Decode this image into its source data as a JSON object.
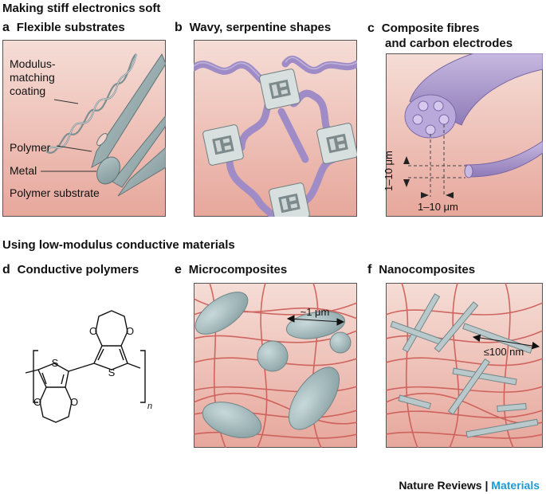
{
  "section_soft": "Making stiff electronics soft",
  "section_lowmod": "Using low-modulus conductive materials",
  "panels": {
    "a": {
      "letter": "a",
      "title": "Flexible substrates",
      "labels": {
        "coating_1": "Modulus-",
        "coating_2": "matching",
        "coating_3": "coating",
        "polymer": "Polymer",
        "metal": "Metal",
        "substrate": "Polymer substrate"
      }
    },
    "b": {
      "letter": "b",
      "title": "Wavy, serpentine shapes"
    },
    "c": {
      "letter": "c",
      "title_1": "Composite fibres",
      "title_2": "and carbon electrodes",
      "dim_vertical": "1–10 μm",
      "dim_horizontal": "1–10 μm"
    },
    "d": {
      "letter": "d",
      "title": "Conductive polymers",
      "atom_s": "S",
      "atom_o": "O",
      "subscript_n": "n"
    },
    "e": {
      "letter": "e",
      "title": "Microcomposites",
      "scale": "~1 μm"
    },
    "f": {
      "letter": "f",
      "title": "Nanocomposites",
      "scale": "≤100 nm"
    }
  },
  "footer": {
    "journal": "Nature Reviews",
    "separator": " | ",
    "section": "Materials"
  },
  "colors": {
    "panel_bg": "#ecc3b8",
    "accent_blue": "#1b9ad6",
    "fibre_purple": "#a592c9",
    "chip_gray": "#cfd6d6",
    "particle": "#a4babd",
    "fibre_red": "#d0605b"
  }
}
